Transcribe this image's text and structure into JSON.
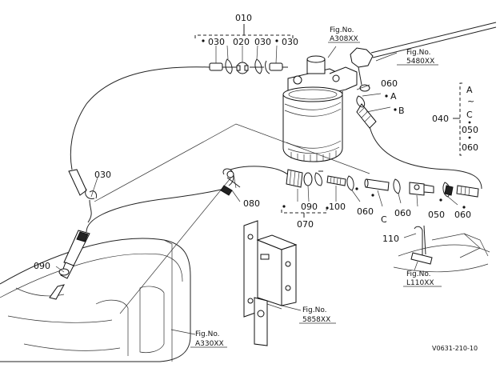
{
  "callouts": {
    "c010": "010",
    "c030a": "030",
    "c020": "020",
    "c030b": "030",
    "c030c": "030",
    "c060a": "060",
    "cA": "A",
    "cB": "B",
    "c040": "040",
    "cA2": "A",
    "ctilde": "~",
    "cC2": "C",
    "c050b": "050",
    "c060b": "060",
    "c030d": "030",
    "c080": "080",
    "c090a": "090",
    "c100": "100",
    "c060c": "060",
    "cC": "C",
    "c060d": "060",
    "c050": "050",
    "c060e": "060",
    "c070": "070",
    "c110": "110",
    "c090b": "090"
  },
  "figrefs": {
    "a308_label": "Fig.No.",
    "a308_num": "A308XX",
    "f5480_label": "Fig.No.",
    "f5480_num": "5480XX",
    "l110_label": "Fig.No.",
    "l110_num": "L110XX",
    "f5858_label": "Fig.No.",
    "f5858_num": "5858XX",
    "a330_label": "Fig.No.",
    "a330_num": "A330XX"
  },
  "drawing_code": "V0631-210-10"
}
